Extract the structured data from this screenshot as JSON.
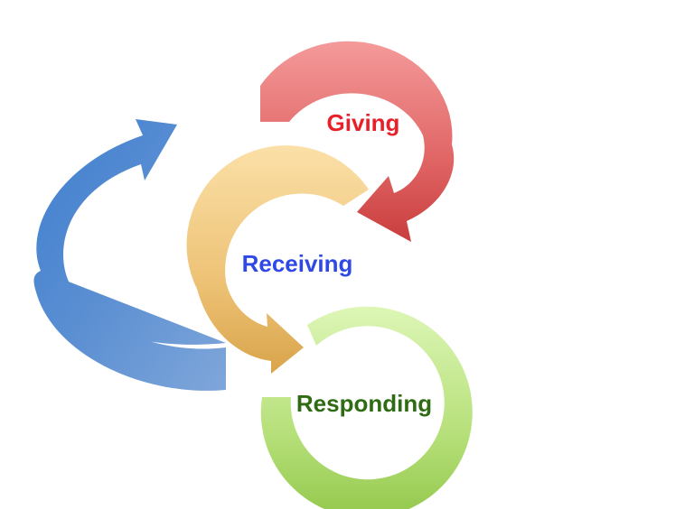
{
  "diagram": {
    "nodes": [
      {
        "label": "Giving",
        "color": "#e8202a"
      },
      {
        "label": "Receiving",
        "color": "#2f49e6"
      },
      {
        "label": "Responding",
        "color": "#2e6b12"
      }
    ],
    "colors": {
      "giving_arrow": "#e26363",
      "receiving_arrow": "#e8b95c",
      "responding_ring": "#a6d65e",
      "return_arrow": "#4f86c9"
    },
    "icons": [
      "giving-cycle-arrow-icon",
      "receiving-cycle-arrow-icon",
      "responding-ring-icon",
      "return-arrow-icon"
    ]
  }
}
